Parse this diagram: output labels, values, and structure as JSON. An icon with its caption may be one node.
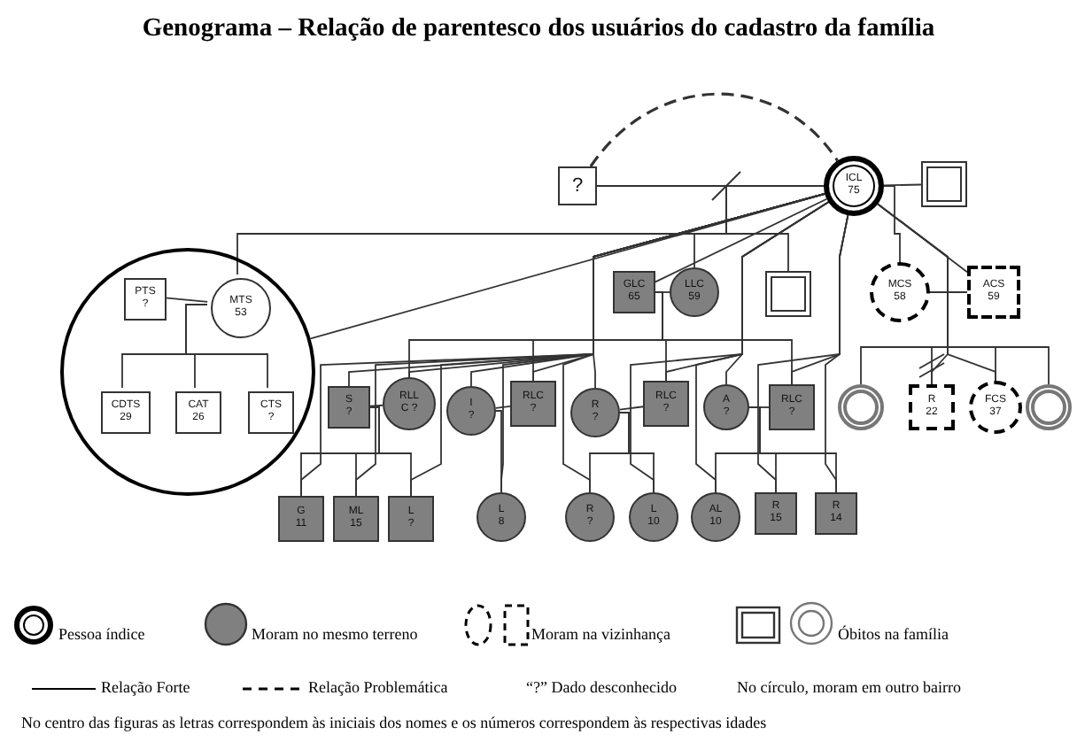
{
  "diagram": {
    "title": "Genograma – Relação de parentesco dos usuários do cadastro da família",
    "nodes": [
      {
        "text": [
          "?"
        ]
      },
      {
        "text": [
          "ICL",
          "75"
        ]
      },
      {
        "text": [],
        "shape": "box"
      },
      {
        "text": [],
        "shape": "circle"
      },
      {
        "text": [
          "PTS",
          "?"
        ],
        "in": 3
      },
      {
        "text": [
          "MTS",
          "53"
        ],
        "in": 3
      },
      {
        "text": [
          "CDTS",
          "29"
        ],
        "in": 3
      },
      {
        "text": [
          "CAT",
          "26"
        ],
        "in": 3
      },
      {
        "text": [
          "CTS",
          "?"
        ],
        "in": 3
      },
      {
        "text": [
          "GLC",
          "65"
        ]
      },
      {
        "text": [
          "LLC",
          "59"
        ]
      },
      {
        "text": [],
        "shape": "box"
      },
      {
        "text": [
          "MCS",
          "58"
        ]
      },
      {
        "text": [
          "ACS",
          "59"
        ]
      },
      {
        "text": [
          "S",
          "?"
        ]
      },
      {
        "text": [
          "RLL",
          "C ?"
        ]
      },
      {
        "text": [
          "I",
          "?"
        ]
      },
      {
        "text": [
          "RLC",
          "?"
        ]
      },
      {
        "text": [
          "R",
          "?"
        ]
      },
      {
        "text": [
          "RLC",
          "?"
        ]
      },
      {
        "text": [
          "A",
          "?"
        ]
      },
      {
        "text": [
          "RLC",
          "?"
        ]
      },
      {
        "text": [],
        "shape": "circle"
      },
      {
        "text": [
          "R",
          "22"
        ]
      },
      {
        "text": [
          "FCS",
          "37"
        ]
      },
      {
        "text": [],
        "shape": "circle"
      },
      {
        "text": [
          "G",
          "11"
        ]
      },
      {
        "text": [
          "ML",
          "15"
        ]
      },
      {
        "text": [
          "L",
          "?"
        ]
      },
      {
        "text": [
          "L",
          "8"
        ]
      },
      {
        "text": [
          "R",
          "?"
        ]
      },
      {
        "text": [
          "L",
          "10"
        ]
      },
      {
        "text": [
          "AL",
          "10"
        ]
      },
      {
        "text": [
          "R",
          "15"
        ]
      },
      {
        "text": [
          "R",
          "14"
        ]
      }
    ],
    "edges": [
      {
        "from": 0,
        "to": 1,
        "arrow": "none",
        "style": "dashed"
      },
      {
        "from": 0,
        "to": 1,
        "arrow": "none"
      },
      {
        "from": 1,
        "to": 2,
        "arrow": "none"
      },
      {
        "from": 4,
        "to": 5,
        "arrow": "none"
      },
      {
        "from": 5,
        "to": 6,
        "arrow": "none"
      },
      {
        "from": 5,
        "to": 7,
        "arrow": "none"
      },
      {
        "from": 5,
        "to": 8,
        "arrow": "none"
      },
      {
        "from": 1,
        "to": 5,
        "arrow": "none"
      },
      {
        "from": 1,
        "to": 10,
        "arrow": "none"
      },
      {
        "from": 1,
        "to": 11,
        "arrow": "none"
      },
      {
        "from": 1,
        "to": 12,
        "arrow": "none"
      },
      {
        "from": 9,
        "to": 10,
        "arrow": "none"
      },
      {
        "from": 9,
        "to": 15,
        "arrow": "none"
      },
      {
        "from": 9,
        "to": 17,
        "arrow": "none"
      },
      {
        "from": 9,
        "to": 19,
        "arrow": "none"
      },
      {
        "from": 9,
        "to": 21,
        "arrow": "none"
      },
      {
        "from": 12,
        "to": 13,
        "arrow": "none"
      },
      {
        "from": 12,
        "to": 22,
        "arrow": "none"
      },
      {
        "from": 12,
        "to": 23,
        "arrow": "none"
      },
      {
        "from": 12,
        "to": 24,
        "arrow": "none"
      },
      {
        "from": 12,
        "to": 25,
        "arrow": "none"
      },
      {
        "from": 14,
        "to": 15,
        "arrow": "none"
      },
      {
        "from": 14,
        "to": 26,
        "arrow": "none"
      },
      {
        "from": 14,
        "to": 27,
        "arrow": "none"
      },
      {
        "from": 14,
        "to": 28,
        "arrow": "none"
      },
      {
        "from": 16,
        "to": 17,
        "arrow": "none"
      },
      {
        "from": 16,
        "to": 29,
        "arrow": "none"
      },
      {
        "from": 18,
        "to": 19,
        "arrow": "none"
      },
      {
        "from": 18,
        "to": 30,
        "arrow": "none"
      },
      {
        "from": 18,
        "to": 31,
        "arrow": "none"
      },
      {
        "from": 20,
        "to": 21,
        "arrow": "none"
      },
      {
        "from": 20,
        "to": 32,
        "arrow": "none"
      },
      {
        "from": 20,
        "to": 33,
        "arrow": "none"
      },
      {
        "from": 20,
        "to": 34,
        "arrow": "none"
      },
      {
        "from": 1,
        "to": 3,
        "arrow": "none"
      },
      {
        "from": 1,
        "to": 9,
        "arrow": "none"
      },
      {
        "from": 1,
        "to": 13,
        "arrow": "none"
      },
      {
        "from": 1,
        "to": 14,
        "arrow": "none"
      },
      {
        "from": 1,
        "to": 15,
        "arrow": "none"
      },
      {
        "from": 1,
        "to": 16,
        "arrow": "none"
      },
      {
        "from": 1,
        "to": 17,
        "arrow": "none"
      },
      {
        "from": 1,
        "to": 18,
        "arrow": "none"
      },
      {
        "from": 1,
        "to": 19,
        "arrow": "none"
      },
      {
        "from": 1,
        "to": 20,
        "arrow": "none"
      },
      {
        "from": 1,
        "to": 21,
        "arrow": "none"
      },
      {
        "from": 1,
        "to": 23,
        "arrow": "none"
      },
      {
        "from": 1,
        "to": 24,
        "arrow": "none"
      },
      {
        "from": 1,
        "to": 26,
        "arrow": "none"
      },
      {
        "from": 1,
        "to": 27,
        "arrow": "none"
      },
      {
        "from": 1,
        "to": 28,
        "arrow": "none"
      },
      {
        "from": 1,
        "to": 29,
        "arrow": "none"
      },
      {
        "from": 1,
        "to": 30,
        "arrow": "none"
      },
      {
        "from": 1,
        "to": 31,
        "arrow": "none"
      },
      {
        "from": 1,
        "to": 32,
        "arrow": "none"
      },
      {
        "from": 1,
        "to": 33,
        "arrow": "none"
      },
      {
        "from": 1,
        "to": 34,
        "arrow": "none"
      }
    ],
    "labels": [
      "“?” Dado desconhecido",
      "No círculo, moram em outro bairro",
      "No centro das figuras as letras correspondem às iniciais dos nomes e os números correspondem às respectivas idades"
    ],
    "legend": [
      {
        "text": "Pessoa índice"
      },
      {
        "text": "Moram no mesmo terreno"
      },
      {
        "text": "Moram na vizinhança"
      },
      {
        "text": "Óbitos na família"
      },
      {
        "text": "Relação Forte"
      },
      {
        "text": "Relação Problemática"
      }
    ]
  }
}
